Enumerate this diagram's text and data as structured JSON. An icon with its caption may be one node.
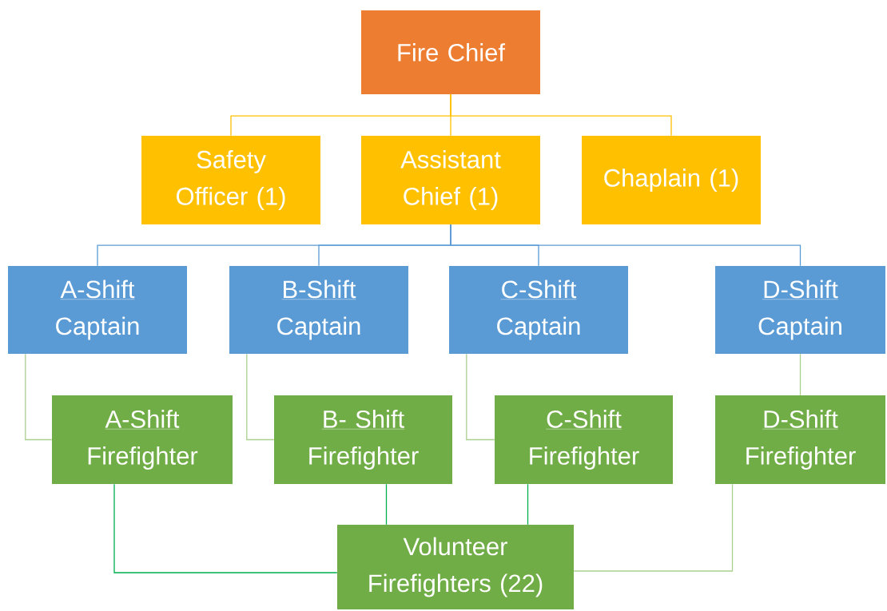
{
  "diagram": {
    "nodes": [
      {
        "text": [
          "Fire Chief"
        ]
      },
      {
        "text": [
          "Safety Officer (1)"
        ]
      },
      {
        "text": [
          "Assistant Chief (1)"
        ]
      },
      {
        "text": [
          "Chaplain (1)"
        ]
      },
      {
        "text": [
          "A-Shift",
          "Captain"
        ]
      },
      {
        "text": [
          "B-Shift",
          "Captain"
        ]
      },
      {
        "text": [
          "C-Shift",
          "Captain"
        ]
      },
      {
        "text": [
          "D-Shift",
          "Captain"
        ]
      },
      {
        "text": [
          "A-Shift",
          "Firefighter"
        ]
      },
      {
        "text": [
          "B- Shift",
          "Firefighter"
        ]
      },
      {
        "text": [
          "C-Shift",
          "Firefighter"
        ]
      },
      {
        "text": [
          "D-Shift",
          "Firefighter"
        ]
      },
      {
        "text": [
          "Volunteer Firefighters (22)"
        ]
      }
    ],
    "edges": [
      {
        "from": 0,
        "to": 1,
        "arrow": "none",
        "color": "#ffc000"
      },
      {
        "from": 0,
        "to": 2,
        "arrow": "none",
        "color": "#ffc000"
      },
      {
        "from": 0,
        "to": 3,
        "arrow": "none",
        "color": "#ffc000"
      },
      {
        "from": 2,
        "to": 4,
        "arrow": "none",
        "color": "#5b9bd5"
      },
      {
        "from": 2,
        "to": 5,
        "arrow": "none",
        "color": "#5b9bd5"
      },
      {
        "from": 2,
        "to": 6,
        "arrow": "none",
        "color": "#5b9bd5"
      },
      {
        "from": 2,
        "to": 7,
        "arrow": "none",
        "color": "#5b9bd5"
      },
      {
        "from": 4,
        "to": 8,
        "arrow": "none"
      },
      {
        "from": 5,
        "to": 9,
        "arrow": "none"
      },
      {
        "from": 6,
        "to": 10,
        "arrow": "none"
      },
      {
        "from": 7,
        "to": 11,
        "arrow": "none"
      },
      {
        "from": 8,
        "to": 12,
        "arrow": "none",
        "color": "#00b050"
      },
      {
        "from": 9,
        "to": 12,
        "arrow": "none",
        "color": "#00b050"
      },
      {
        "from": 10,
        "to": 12,
        "arrow": "none",
        "color": "#00b050"
      },
      {
        "from": 11,
        "to": 12,
        "arrow": "none"
      }
    ]
  }
}
